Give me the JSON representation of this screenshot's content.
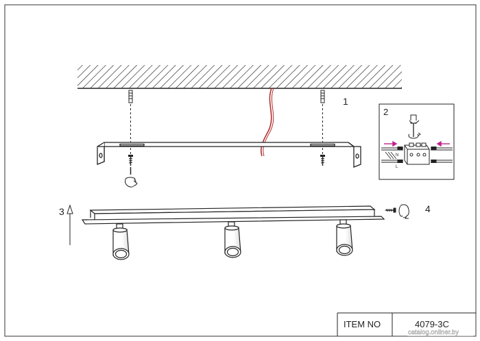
{
  "steps": {
    "step1": "1",
    "step2": "2",
    "step3": "3",
    "step4": "4"
  },
  "wiring": {
    "neutral": "N",
    "line": "L"
  },
  "title_block": {
    "item_label": "ITEM NO",
    "item_value": "4079-3C"
  },
  "watermark": "catalog.onliner.by",
  "colors": {
    "line": "#222222",
    "cable": "#b03030",
    "wire_arrow": "#c0208a"
  }
}
